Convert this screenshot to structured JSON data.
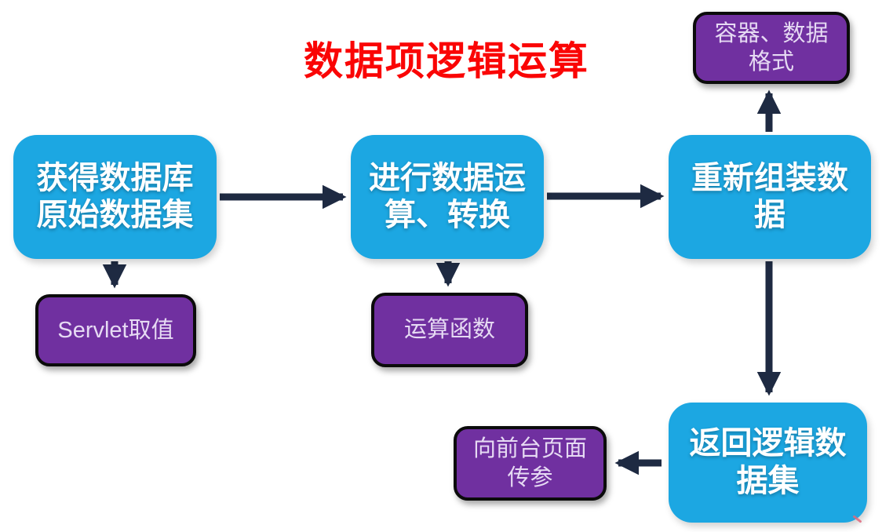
{
  "title": {
    "text": "数据项逻辑运算"
  },
  "nodes": {
    "get_dataset": {
      "label": "获得数据库\n原始数据集",
      "type": "process"
    },
    "transform": {
      "label": "进行数据运\n算、转换",
      "type": "process"
    },
    "reassemble": {
      "label": "重新组装数\n据",
      "type": "process"
    },
    "return_dataset": {
      "label": "返回逻辑数\n据集",
      "type": "process"
    },
    "servlet": {
      "label": "Servlet取值",
      "type": "detail"
    },
    "operators": {
      "label": "运算函数",
      "type": "detail"
    },
    "container_format": {
      "label": "容器、数据\n格式",
      "type": "detail"
    },
    "pass_params": {
      "label": "向前台页面\n传参",
      "type": "detail"
    }
  },
  "edges": [
    {
      "from": "get_dataset",
      "to": "transform",
      "direction": "right"
    },
    {
      "from": "transform",
      "to": "reassemble",
      "direction": "right"
    },
    {
      "from": "get_dataset",
      "to": "servlet",
      "direction": "down"
    },
    {
      "from": "transform",
      "to": "operators",
      "direction": "down"
    },
    {
      "from": "reassemble",
      "to": "container_format",
      "direction": "up"
    },
    {
      "from": "reassemble",
      "to": "return_dataset",
      "direction": "down"
    },
    {
      "from": "return_dataset",
      "to": "pass_params",
      "direction": "left"
    }
  ],
  "colors": {
    "background": "#ffffff",
    "title": "#fa0505",
    "process-fill": "#1ca7e2",
    "process-text": "#ffffff",
    "detail-fill": "#7030a0",
    "detail-border": "#0b0b0b",
    "detail-text": "#e6daf3",
    "arrow": "#1e2a42"
  }
}
